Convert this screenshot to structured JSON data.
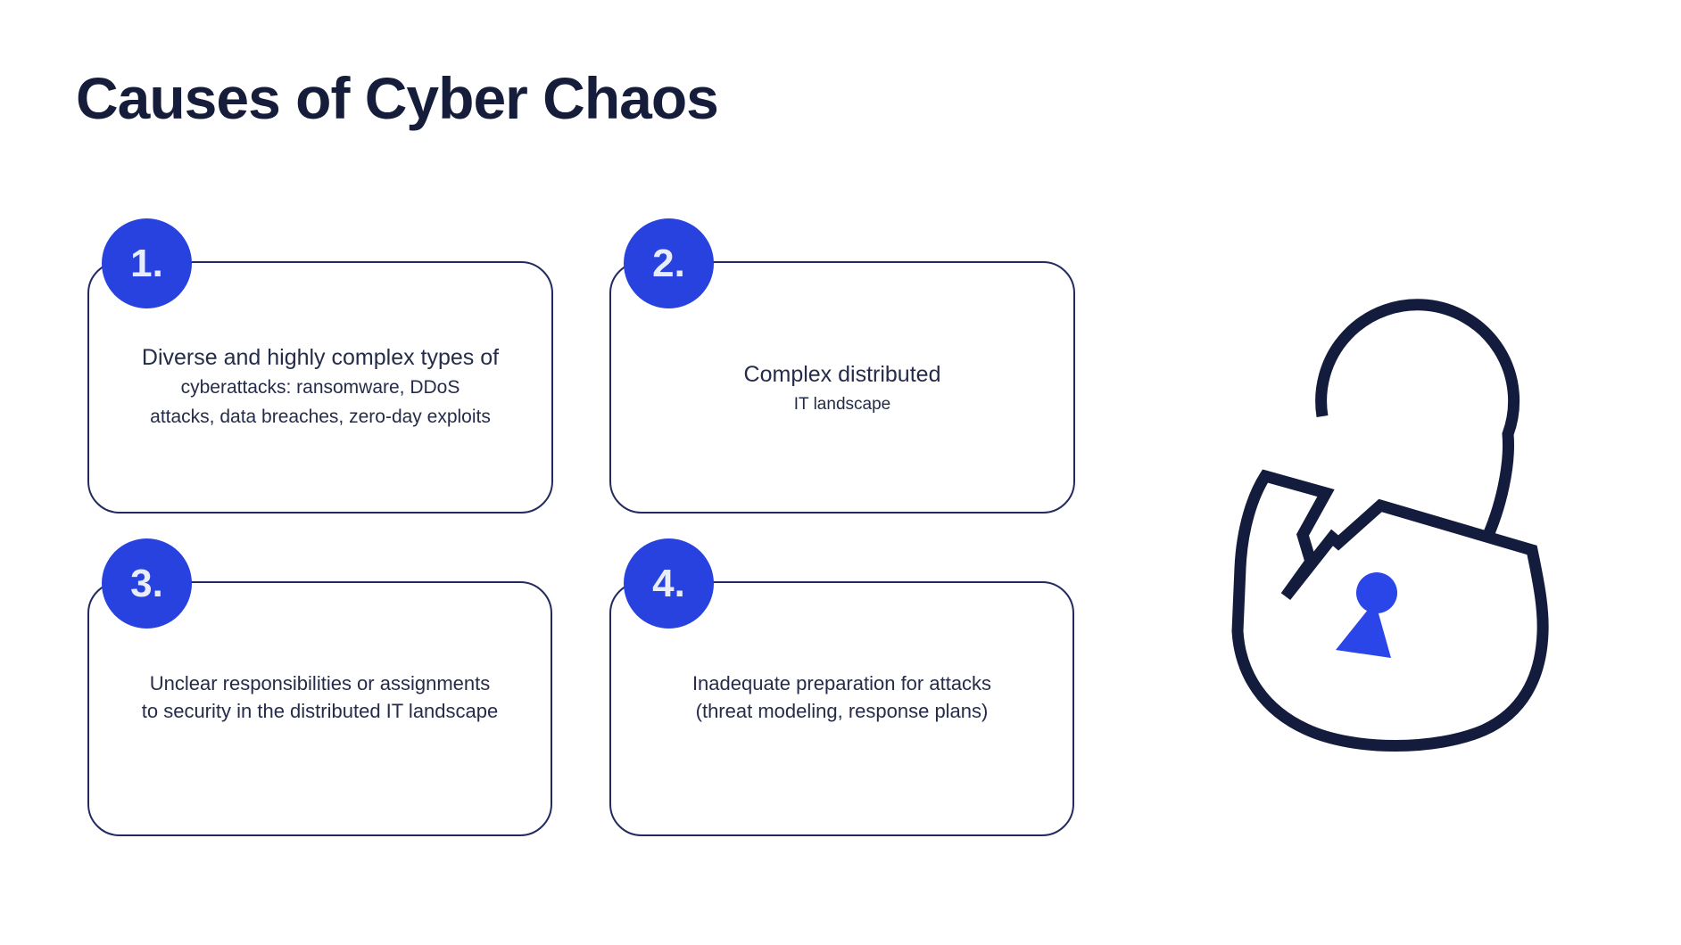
{
  "title": "Causes of Cyber Chaos",
  "colors": {
    "background": "#ffffff",
    "title_text": "#161d3a",
    "card_border": "#232b5e",
    "card_text": "#252c49",
    "badge_blue": "#2742df",
    "badge_number_text": "#e9edf9",
    "lock_outline": "#141c3e",
    "keyhole_blue": "#2a46e8"
  },
  "cards": [
    {
      "number": "1.",
      "lines": [
        "Diverse and highly complex types of",
        "cyberattacks: ransomware, DDoS",
        "attacks, data breaches, zero-day exploits"
      ]
    },
    {
      "number": "2.",
      "lines": [
        "Complex distributed",
        "IT landscape"
      ]
    },
    {
      "number": "3.",
      "lines": [
        "Unclear responsibilities or assignments",
        "to security in the distributed IT landscape"
      ]
    },
    {
      "number": "4.",
      "lines": [
        "Inadequate preparation for attacks",
        "(threat modeling, response plans)"
      ]
    }
  ],
  "illustration": {
    "icon": "broken-padlock"
  }
}
